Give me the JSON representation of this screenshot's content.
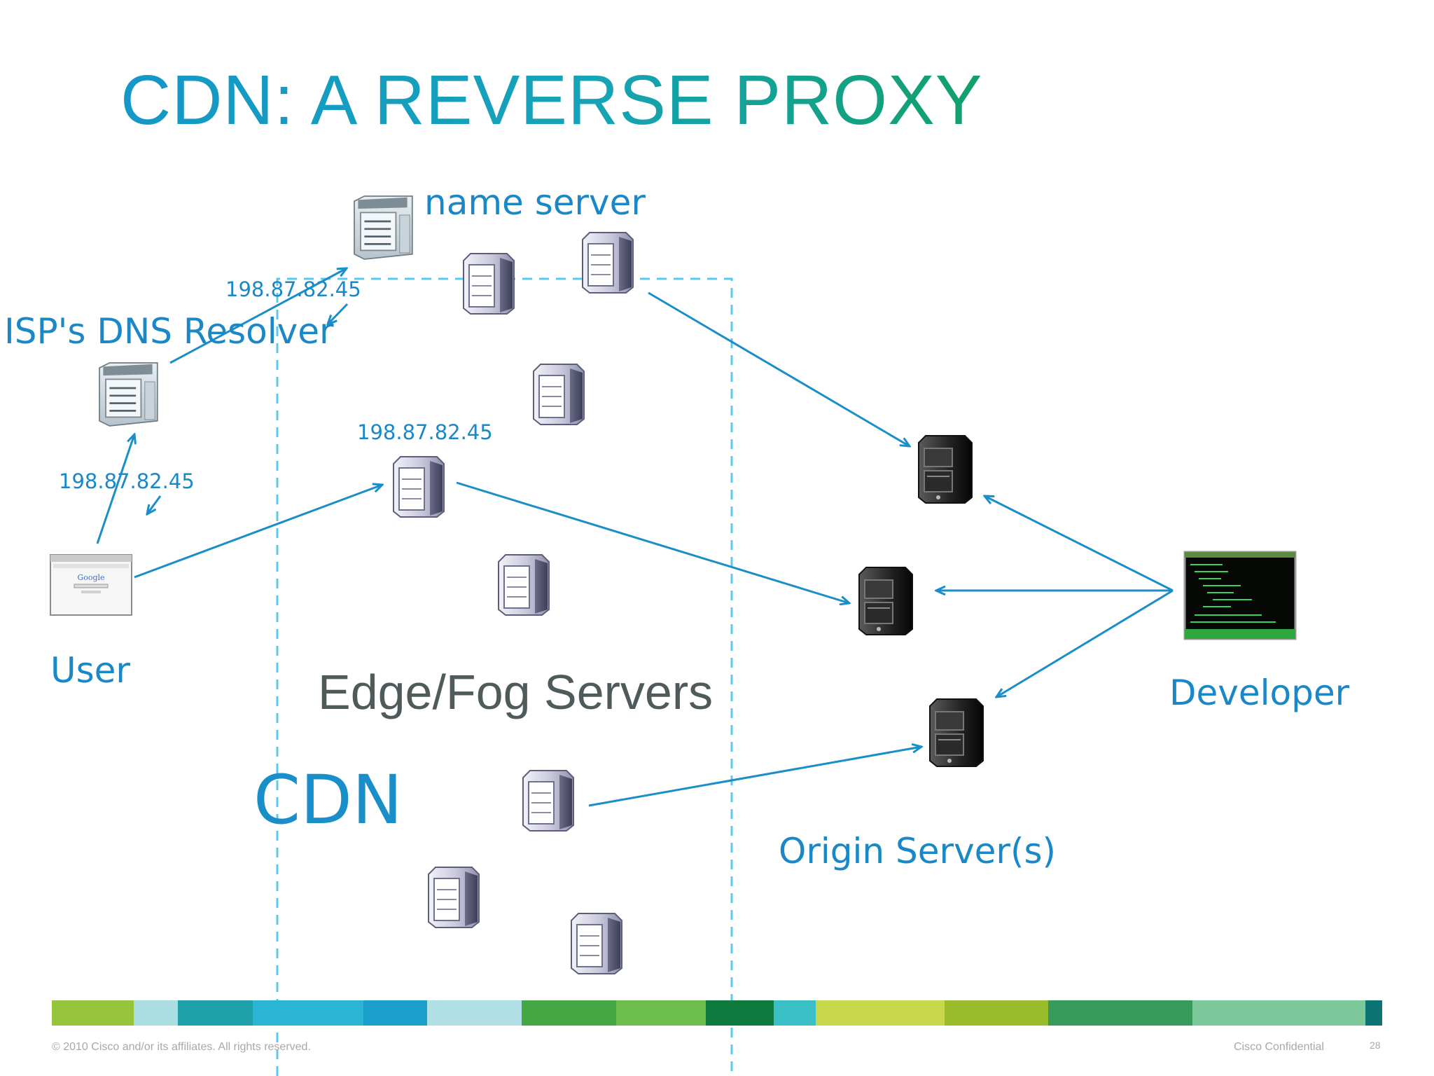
{
  "slide": {
    "title": "CDN: A REVERSE PROXY",
    "title_gradient": [
      "#1597c8",
      "#12a06a"
    ]
  },
  "labels": {
    "name_server": "name server",
    "dns_resolver": "ISP's DNS Resolver",
    "user": "User",
    "edge_servers": "Edge/Fog Servers",
    "cdn": "CDN",
    "origin_servers": "Origin Server(s)",
    "developer": "Developer"
  },
  "ip_labels": {
    "resolver_to_nameserver": "198.87.82.45",
    "user_to_resolver": "198.87.82.45",
    "edge_server": "198.87.82.45"
  },
  "icons": {
    "name_server": "server-icon",
    "dns_resolver": "server-icon",
    "user": "browser-window-icon",
    "edge_server": "tower-server-icon",
    "origin_server": "black-tower-server-icon",
    "developer": "terminal-screen-icon"
  },
  "colors": {
    "arrows": "#1a8ec8",
    "cdn_boundary": "#5bc8ec",
    "edge_label": "#4f5a5a"
  },
  "color_band": [
    "#97c43d",
    "#aadde2",
    "#1ea0ab",
    "#2bb5d4",
    "#1a9ecb",
    "#b0dfe5",
    "#45a845",
    "#6dbd4d",
    "#0f7a3d",
    "#3bbfc7",
    "#c7d84c",
    "#9abb2b",
    "#379c5b",
    "#7cc89a",
    "#0d7474"
  ],
  "footer": {
    "copyright": "© 2010 Cisco and/or its affiliates. All rights reserved.",
    "confidential": "Cisco Confidential",
    "page_number": "28"
  }
}
